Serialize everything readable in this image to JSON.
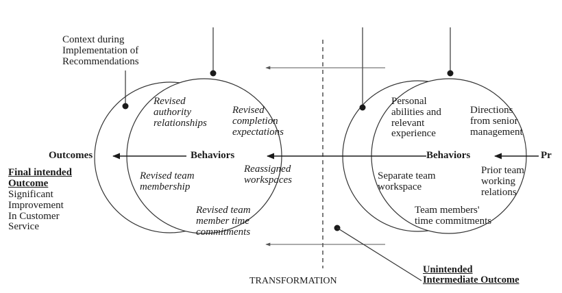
{
  "labels": {
    "context": "Context during\nImplementation of\nRecommendations",
    "outcomes": "Outcomes",
    "final_intended_title": "Final intended\nOutcome",
    "final_intended_body": "Significant\nImprovement\nIn Customer\nService",
    "left_behaviors": "Behaviors",
    "revised_authority": "Revised\nauthority\nrelationships",
    "revised_completion": "Revised\ncompletion\nexpectations",
    "revised_team_membership": "Revised team\nmembership",
    "reassigned_workspaces": "Reassigned\nworkspaces",
    "revised_time_commitments": "Revised team\nmember time\ncommitments",
    "transformation": "TRANSFORMATION",
    "personal_abilities": "Personal\nabilities and\nrelevant\nexperience",
    "directions_senior": "Directions\nfrom senior\nmanagement",
    "right_behaviors": "Behaviors",
    "pr_partial": "Pr",
    "separate_workspace": "Separate team\nworkspace",
    "prior_relations": "Prior team\nworking\nrelations",
    "team_members_time": "Team members'\ntime commitments",
    "unintended": "Unintended\nIntermediate Outcome"
  },
  "colors": {
    "ink": "#1a1a1a",
    "line": "#333333",
    "background": "#ffffff"
  }
}
